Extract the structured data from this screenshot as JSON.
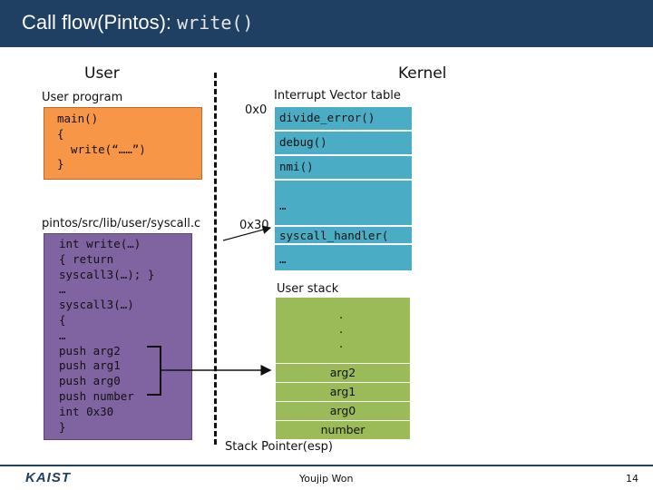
{
  "slide": {
    "title_prefix": "Call flow(Pintos): ",
    "title_code": "write()"
  },
  "user_header": "User",
  "kernel_header": "Kernel",
  "user_program_label": "User program",
  "user_program_code": [
    "main()",
    "{",
    "  write(“……”)",
    "}"
  ],
  "syscall_file_label": "pintos/src/lib/user/syscall.c",
  "syscall_code": [
    "int write(…)",
    "{ return",
    "syscall3(…); }",
    "…",
    "syscall3(…)",
    "{",
    "…",
    "push arg2",
    "push arg1",
    "push arg0",
    "push number",
    "int 0x30",
    "}"
  ],
  "ivt": {
    "label": "Interrupt Vector table",
    "addr_0": "0x0",
    "addr_30": "0x30",
    "entries": [
      "divide_error()",
      "debug()",
      "nmi()",
      "…",
      "syscall_handler(",
      "…"
    ]
  },
  "user_stack": {
    "label": "User stack",
    "dots": [
      ".",
      ".",
      "."
    ],
    "cells": [
      "arg2",
      "arg1",
      "arg0",
      "number"
    ],
    "sp_label": "Stack Pointer(esp)"
  },
  "footer": {
    "logo": "KAIST",
    "author": "Youjip Won",
    "page": "14"
  },
  "colors": {
    "title_bar": "#1f3f63",
    "user_program_box": "#f79646",
    "syscall_box": "#8064a2",
    "ivt_cell": "#4bacc6",
    "stack_cell": "#9bbb59"
  }
}
